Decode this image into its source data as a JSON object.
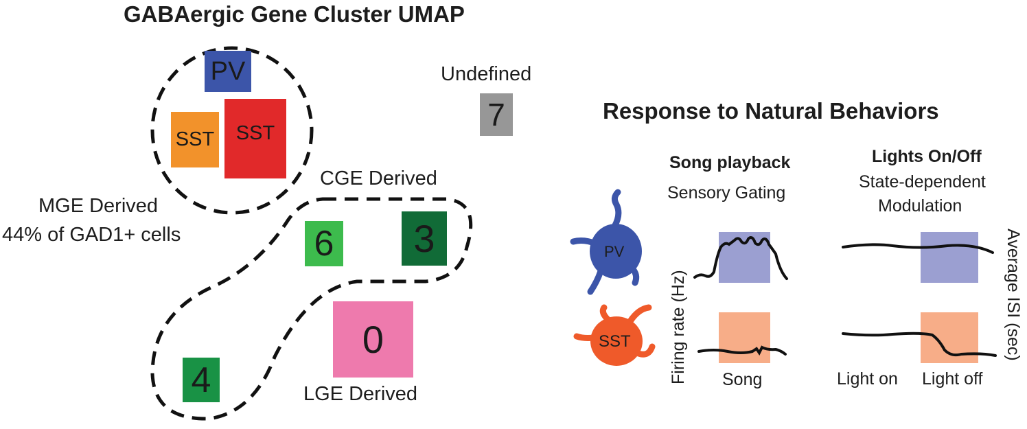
{
  "umap": {
    "title": "GABAergic Gene Cluster UMAP",
    "undefined_label": "Undefined",
    "mge_label": "MGE Derived",
    "mge_percent": "44% of GAD1+ cells",
    "cge_label": "CGE Derived",
    "lge_label": "LGE Derived",
    "clusters": {
      "pv": {
        "label": "PV",
        "color": "#3c55a9"
      },
      "sst_small": {
        "label": "SST",
        "color": "#f2922b"
      },
      "sst_large": {
        "label": "SST",
        "color": "#e1292a"
      },
      "c7": {
        "label": "7",
        "color": "#979797"
      },
      "c6": {
        "label": "6",
        "color": "#3dbb4d"
      },
      "c3": {
        "label": "3",
        "color": "#116b37"
      },
      "c4": {
        "label": "4",
        "color": "#199245"
      },
      "c0": {
        "label": "0",
        "color": "#ee7aad"
      }
    }
  },
  "behavior": {
    "title": "Response to Natural Behaviors",
    "song_title": "Song playback",
    "song_subtitle": "Sensory Gating",
    "lights_title": "Lights On/Off",
    "lights_subtitle_1": "State-dependent",
    "lights_subtitle_2": "Modulation",
    "left_axis": "Firing rate (Hz)",
    "right_axis": "Average ISI (sec)",
    "song_label": "Song",
    "light_on_label": "Light on",
    "light_off_label": "Light off",
    "pv_neuron": {
      "label": "PV",
      "color": "#3c55a9"
    },
    "sst_neuron": {
      "label": "SST",
      "color": "#ef5a2a"
    },
    "pv_shade": "#9b9fd1",
    "sst_shade": "#f7ad88"
  }
}
